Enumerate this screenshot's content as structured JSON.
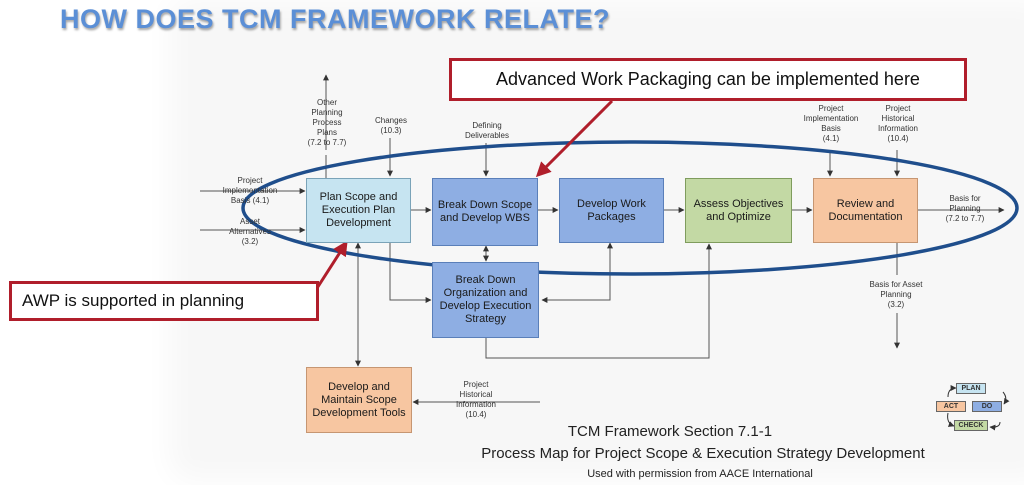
{
  "title": "HOW DOES TCM FRAMEWORK RELATE?",
  "callouts": {
    "awp_here": "Advanced Work Packaging can be implemented here",
    "awp_planning": "AWP is supported in planning"
  },
  "boxes": {
    "plan_scope": "Plan Scope and Execution Plan Development",
    "break_down_scope": "Break Down Scope and Develop WBS",
    "develop_packages": "Develop Work Packages",
    "assess": "Assess Objectives and Optimize",
    "review": "Review and Documentation",
    "break_down_org": "Break Down Organization and Develop Execution Strategy",
    "develop_tools": "Develop and Maintain Scope Development Tools"
  },
  "labels": {
    "other_planning": "Other\nPlanning\nProcess\nPlans\n(7.2 to 7.7)",
    "changes": "Changes\n(10.3)",
    "defining": "Defining\nDeliverables",
    "proj_impl_left": "Project\nImplementation\nBasis (4.1)",
    "asset_alt": "Asset\nAlternatives\n(3.2)",
    "proj_impl_right": "Project\nImplementation\nBasis\n(4.1)",
    "proj_hist_right": "Project\nHistorical\nInformation\n(10.4)",
    "basis_planning": "Basis for\nPlanning\n(7.2 to 7.7)",
    "basis_asset": "Basis for Asset\nPlanning\n(3.2)",
    "proj_hist_bottom": "Project\nHistorical\nInformation\n(10.4)"
  },
  "caption": {
    "line1": "TCM Framework Section 7.1-1",
    "line2": "Process Map for Project Scope & Execution Strategy Development",
    "line3": "Used with permission from AACE International"
  },
  "pdca": {
    "plan": "PLAN",
    "do": "DO",
    "check": "CHECK",
    "act": "ACT"
  },
  "colors": {
    "title": "#5b8fd6",
    "callout_border": "#b01e2b",
    "ellipse": "#1f4e8c"
  }
}
